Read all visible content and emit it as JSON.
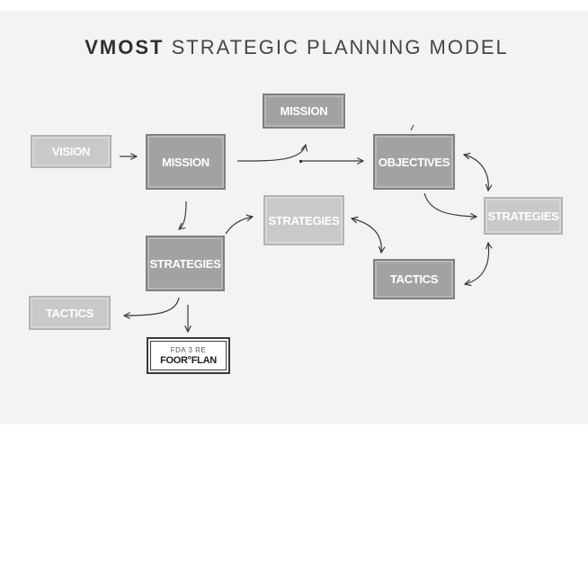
{
  "title": {
    "bold": "VMOST",
    "rest": "STRATEGIC PLANNING MODEL"
  },
  "nodes": {
    "vision": "VISION",
    "mission_main": "MISSION",
    "mission_top": "MISSION",
    "objectives": "OBJECTIVES",
    "strategies_center": "STRATEGIES",
    "strategies_right": "STRATEGIES",
    "strategies_left": "STRATEGIES",
    "tactics_left": "TACTICS",
    "tactics_right": "TACTICS",
    "plan_top": "FDA 3 RE",
    "plan_bottom": "FOOR°FLAN"
  },
  "colors": {
    "background": "#f3f2f4",
    "dark_box": "#a2a1a3",
    "light_box": "#c9c8ca",
    "arrow": "#3a3a3c"
  }
}
